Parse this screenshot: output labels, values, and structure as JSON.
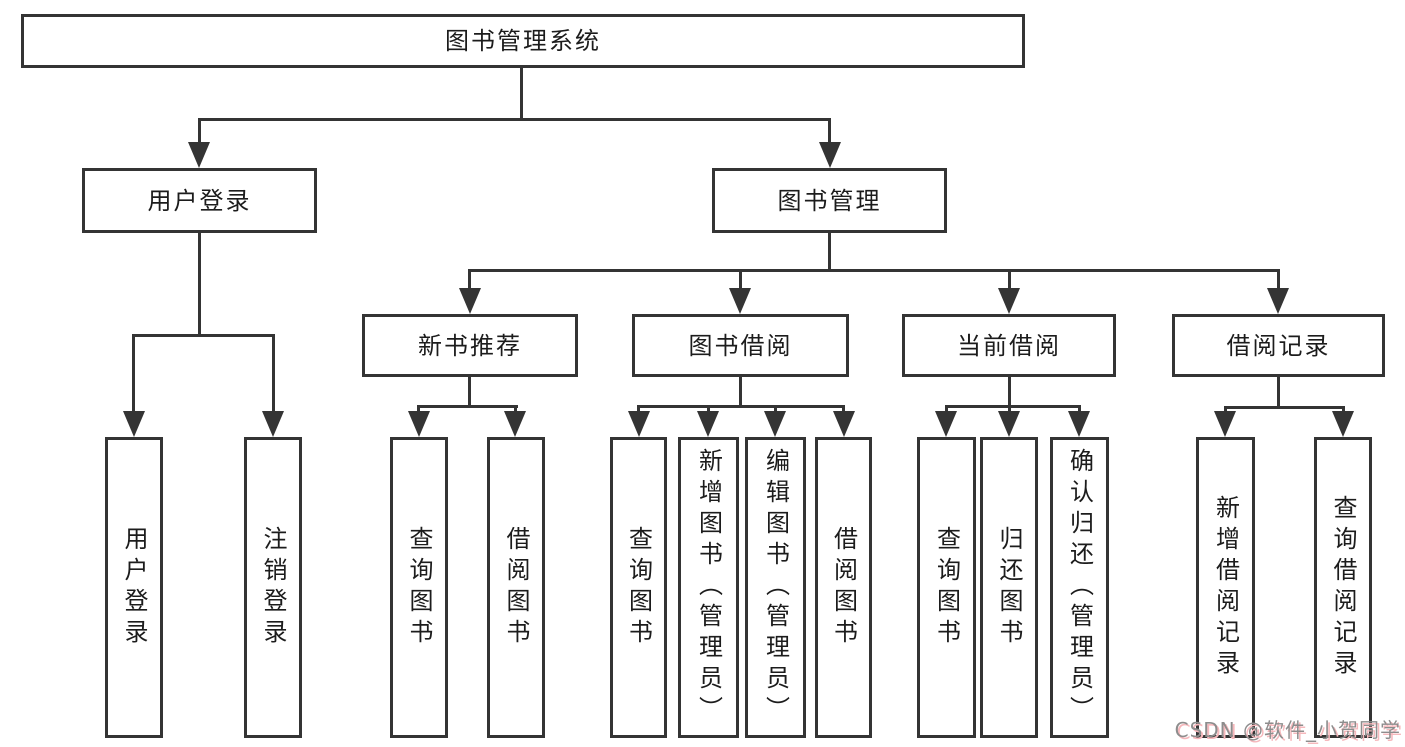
{
  "tree": {
    "label": "图书管理系统",
    "children": [
      {
        "label": "用户登录",
        "children": [
          {
            "label": "用户登录"
          },
          {
            "label": "注销登录"
          }
        ]
      },
      {
        "label": "图书管理",
        "children": [
          {
            "label": "新书推荐",
            "children": [
              {
                "label": "查询图书"
              },
              {
                "label": "借阅图书"
              }
            ]
          },
          {
            "label": "图书借阅",
            "children": [
              {
                "label": "查询图书"
              },
              {
                "label": "新增图书（管理员）"
              },
              {
                "label": "编辑图书（管理员）"
              },
              {
                "label": "借阅图书"
              }
            ]
          },
          {
            "label": "当前借阅",
            "children": [
              {
                "label": "查询图书"
              },
              {
                "label": "归还图书"
              },
              {
                "label": "确认归还（管理员）"
              }
            ]
          },
          {
            "label": "借阅记录",
            "children": [
              {
                "label": "新增借阅记录"
              },
              {
                "label": "查询借阅记录"
              }
            ]
          }
        ]
      }
    ]
  },
  "watermark": "CSDN @软件_小贺同学",
  "colors": {
    "line": "#343434",
    "text": "#1c1c1c",
    "background": "#ffffff",
    "watermark_text": "#8d8d8d",
    "watermark_shadow": "#f6b8bc"
  }
}
